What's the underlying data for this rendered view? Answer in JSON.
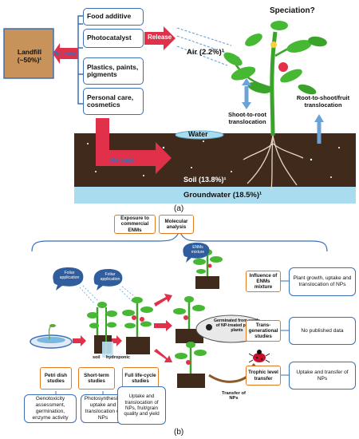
{
  "panel_a": {
    "sources": [
      "Food additive",
      "Photocatalyst",
      "Plastics, paints, pigments",
      "Personal care, cosmetics"
    ],
    "landfill": "Landfill (~50%)¹",
    "release_labels": [
      "Release",
      "Release",
      "Release"
    ],
    "air": "Air (2.2%)¹",
    "speciation": "Speciation?",
    "shoot_to_root": "Shoot-to-root translocation",
    "root_to_shoot": "Root-to-shoot/fruit translocation",
    "water": "Water",
    "soil": "Soil (13.8%)¹",
    "groundwater": "Groundwater (18.5%)¹",
    "caption": "(a)"
  },
  "panel_b": {
    "exposure": "Exposure to commercial ENMs",
    "molecular": "Molecular analysis",
    "foliar1": "Foliar application",
    "foliar2": "Foliar application",
    "enms_mixture": "ENMs mixture",
    "soil": "soil",
    "hydroponic": "hydroponic",
    "germinated": "Germinated from seeds of NP-treated parents plants",
    "transfer": "Transfer of NPs",
    "influence": "Influence of ENMs mixture",
    "influence_desc": "Plant growth, uptake and translocation of NPs",
    "transgen": "Trans-generational studies",
    "transgen_desc": "No published data",
    "trophic": "Trophic level transfer",
    "trophic_desc": "Uptake and transfer of NPs",
    "petri": "Petri dish studies",
    "petri_desc": "Genotoxicity assessment, germination, enzyme activity",
    "short": "Short-term studies",
    "short_desc": "Photosynthesis, uptake and translocation of NPs",
    "full": "Full life-cycle studies",
    "full_desc": "Uptake and translocation of NPs, fruit/grain quality and yield",
    "caption": "(b)"
  },
  "colors": {
    "blue": "#3b6fb6",
    "orange": "#e07a22",
    "red": "#e0304a",
    "soil": "#3f2a1c",
    "green": "#3aa32a"
  }
}
